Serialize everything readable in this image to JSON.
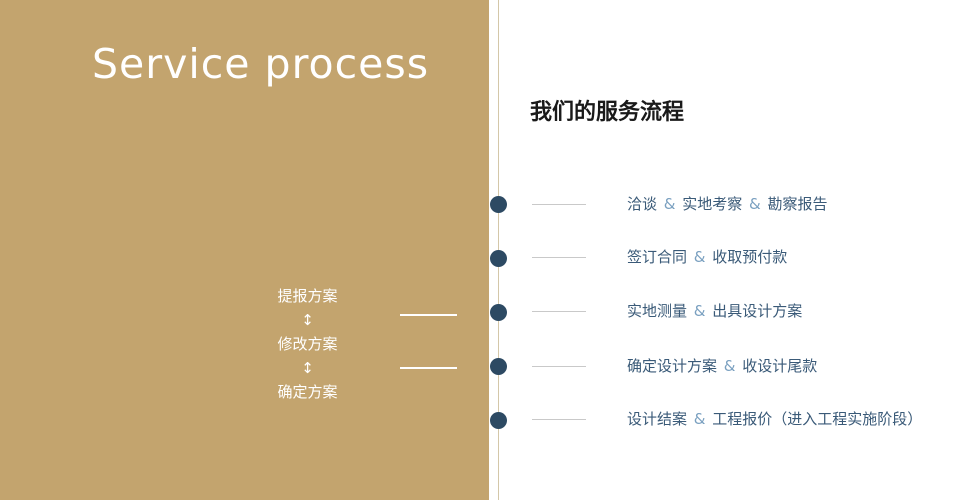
{
  "colors": {
    "gold_panel": "#c3a46e",
    "timeline_dot": "#2d4a63",
    "step_text": "#3a5a78",
    "ampersand": "#7aa0c0"
  },
  "left_panel": {
    "title": "Service process",
    "flow": {
      "arrow": "↕",
      "items": [
        "提报方案",
        "修改方案",
        "确定方案"
      ]
    }
  },
  "right_panel": {
    "heading": "我们的服务流程",
    "steps": [
      {
        "label": "洽谈 & 实地考察 & 勘察报告"
      },
      {
        "label": "签订合同 & 收取预付款"
      },
      {
        "label": "实地测量 & 出具设计方案"
      },
      {
        "label": "确定设计方案 & 收设计尾款"
      },
      {
        "label": "设计结案 & 工程报价（进入工程实施阶段）"
      }
    ]
  }
}
